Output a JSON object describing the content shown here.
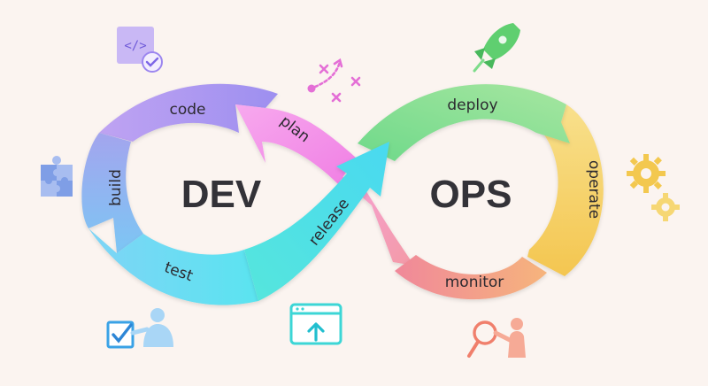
{
  "center": {
    "dev": "DEV",
    "ops": "OPS"
  },
  "stages": [
    {
      "id": "code",
      "label": "code",
      "color": "#a99af0"
    },
    {
      "id": "plan",
      "label": "plan",
      "color": "#f59ae8"
    },
    {
      "id": "build",
      "label": "build",
      "color": "#8fb0ee"
    },
    {
      "id": "test",
      "label": "test",
      "color": "#6fd8f4"
    },
    {
      "id": "release",
      "label": "release",
      "color": "#4de8e0"
    },
    {
      "id": "deploy",
      "label": "deploy",
      "color": "#7ddc8a"
    },
    {
      "id": "operate",
      "label": "operate",
      "color": "#f6d46a"
    },
    {
      "id": "monitor",
      "label": "monitor",
      "color": "#f49a82"
    }
  ],
  "icons": [
    "code-window-icon",
    "plan-strategy-icon",
    "rocket-icon",
    "puzzle-icon",
    "gears-icon",
    "checklist-person-icon",
    "release-window-icon",
    "magnifier-person-icon"
  ]
}
